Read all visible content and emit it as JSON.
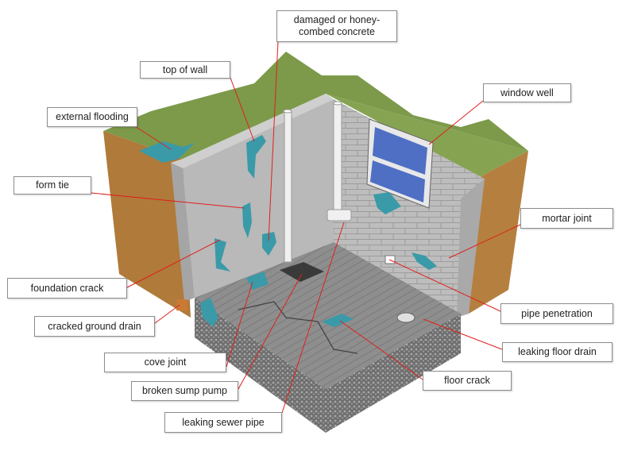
{
  "labels": {
    "damaged_concrete": "damaged or honey-\ncombed concrete",
    "top_of_wall": "top of wall",
    "external_flooding": "external flooding",
    "window_well": "window well",
    "form_tie": "form tie",
    "mortar_joint": "mortar joint",
    "foundation_crack": "foundation crack",
    "pipe_penetration": "pipe penetration",
    "cracked_ground_drain": "cracked ground drain",
    "leaking_floor_drain": "leaking floor drain",
    "cove_joint": "cove joint",
    "floor_crack": "floor crack",
    "broken_sump_pump": "broken sump pump",
    "leaking_sewer_pipe": "leaking sewer pipe"
  },
  "colors": {
    "leader_line": "#e0201c",
    "water": "#3a9aa8",
    "grass": "#7c9a4a",
    "soil": "#b07a3a",
    "concrete": "#b9b9b9"
  }
}
